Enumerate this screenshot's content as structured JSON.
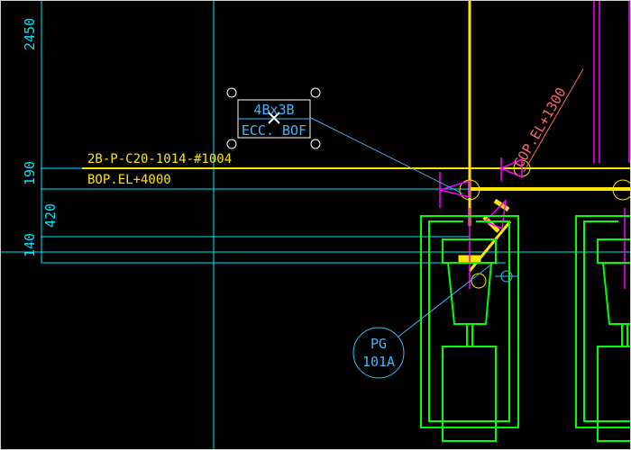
{
  "dimensions": {
    "d2450": "2450",
    "d190": "190",
    "d420": "420",
    "d140": "140"
  },
  "labels": {
    "pipe_id": "2B-P-C20-1014-#1004",
    "bop": "BOP.EL+4000",
    "cop": "COP.EL+1300",
    "reducer_size": "4Bx3B",
    "reducer_type": "ECC. BOF",
    "tag_line1": "PG",
    "tag_line2": "101A"
  },
  "colors": {
    "cyan": "#00e5ff",
    "yellow": "#ffe600",
    "magenta": "#ff00ff",
    "green": "#00ff00",
    "salmon": "#ff6666",
    "white": "#ffffff",
    "blue": "#3db8ff"
  }
}
